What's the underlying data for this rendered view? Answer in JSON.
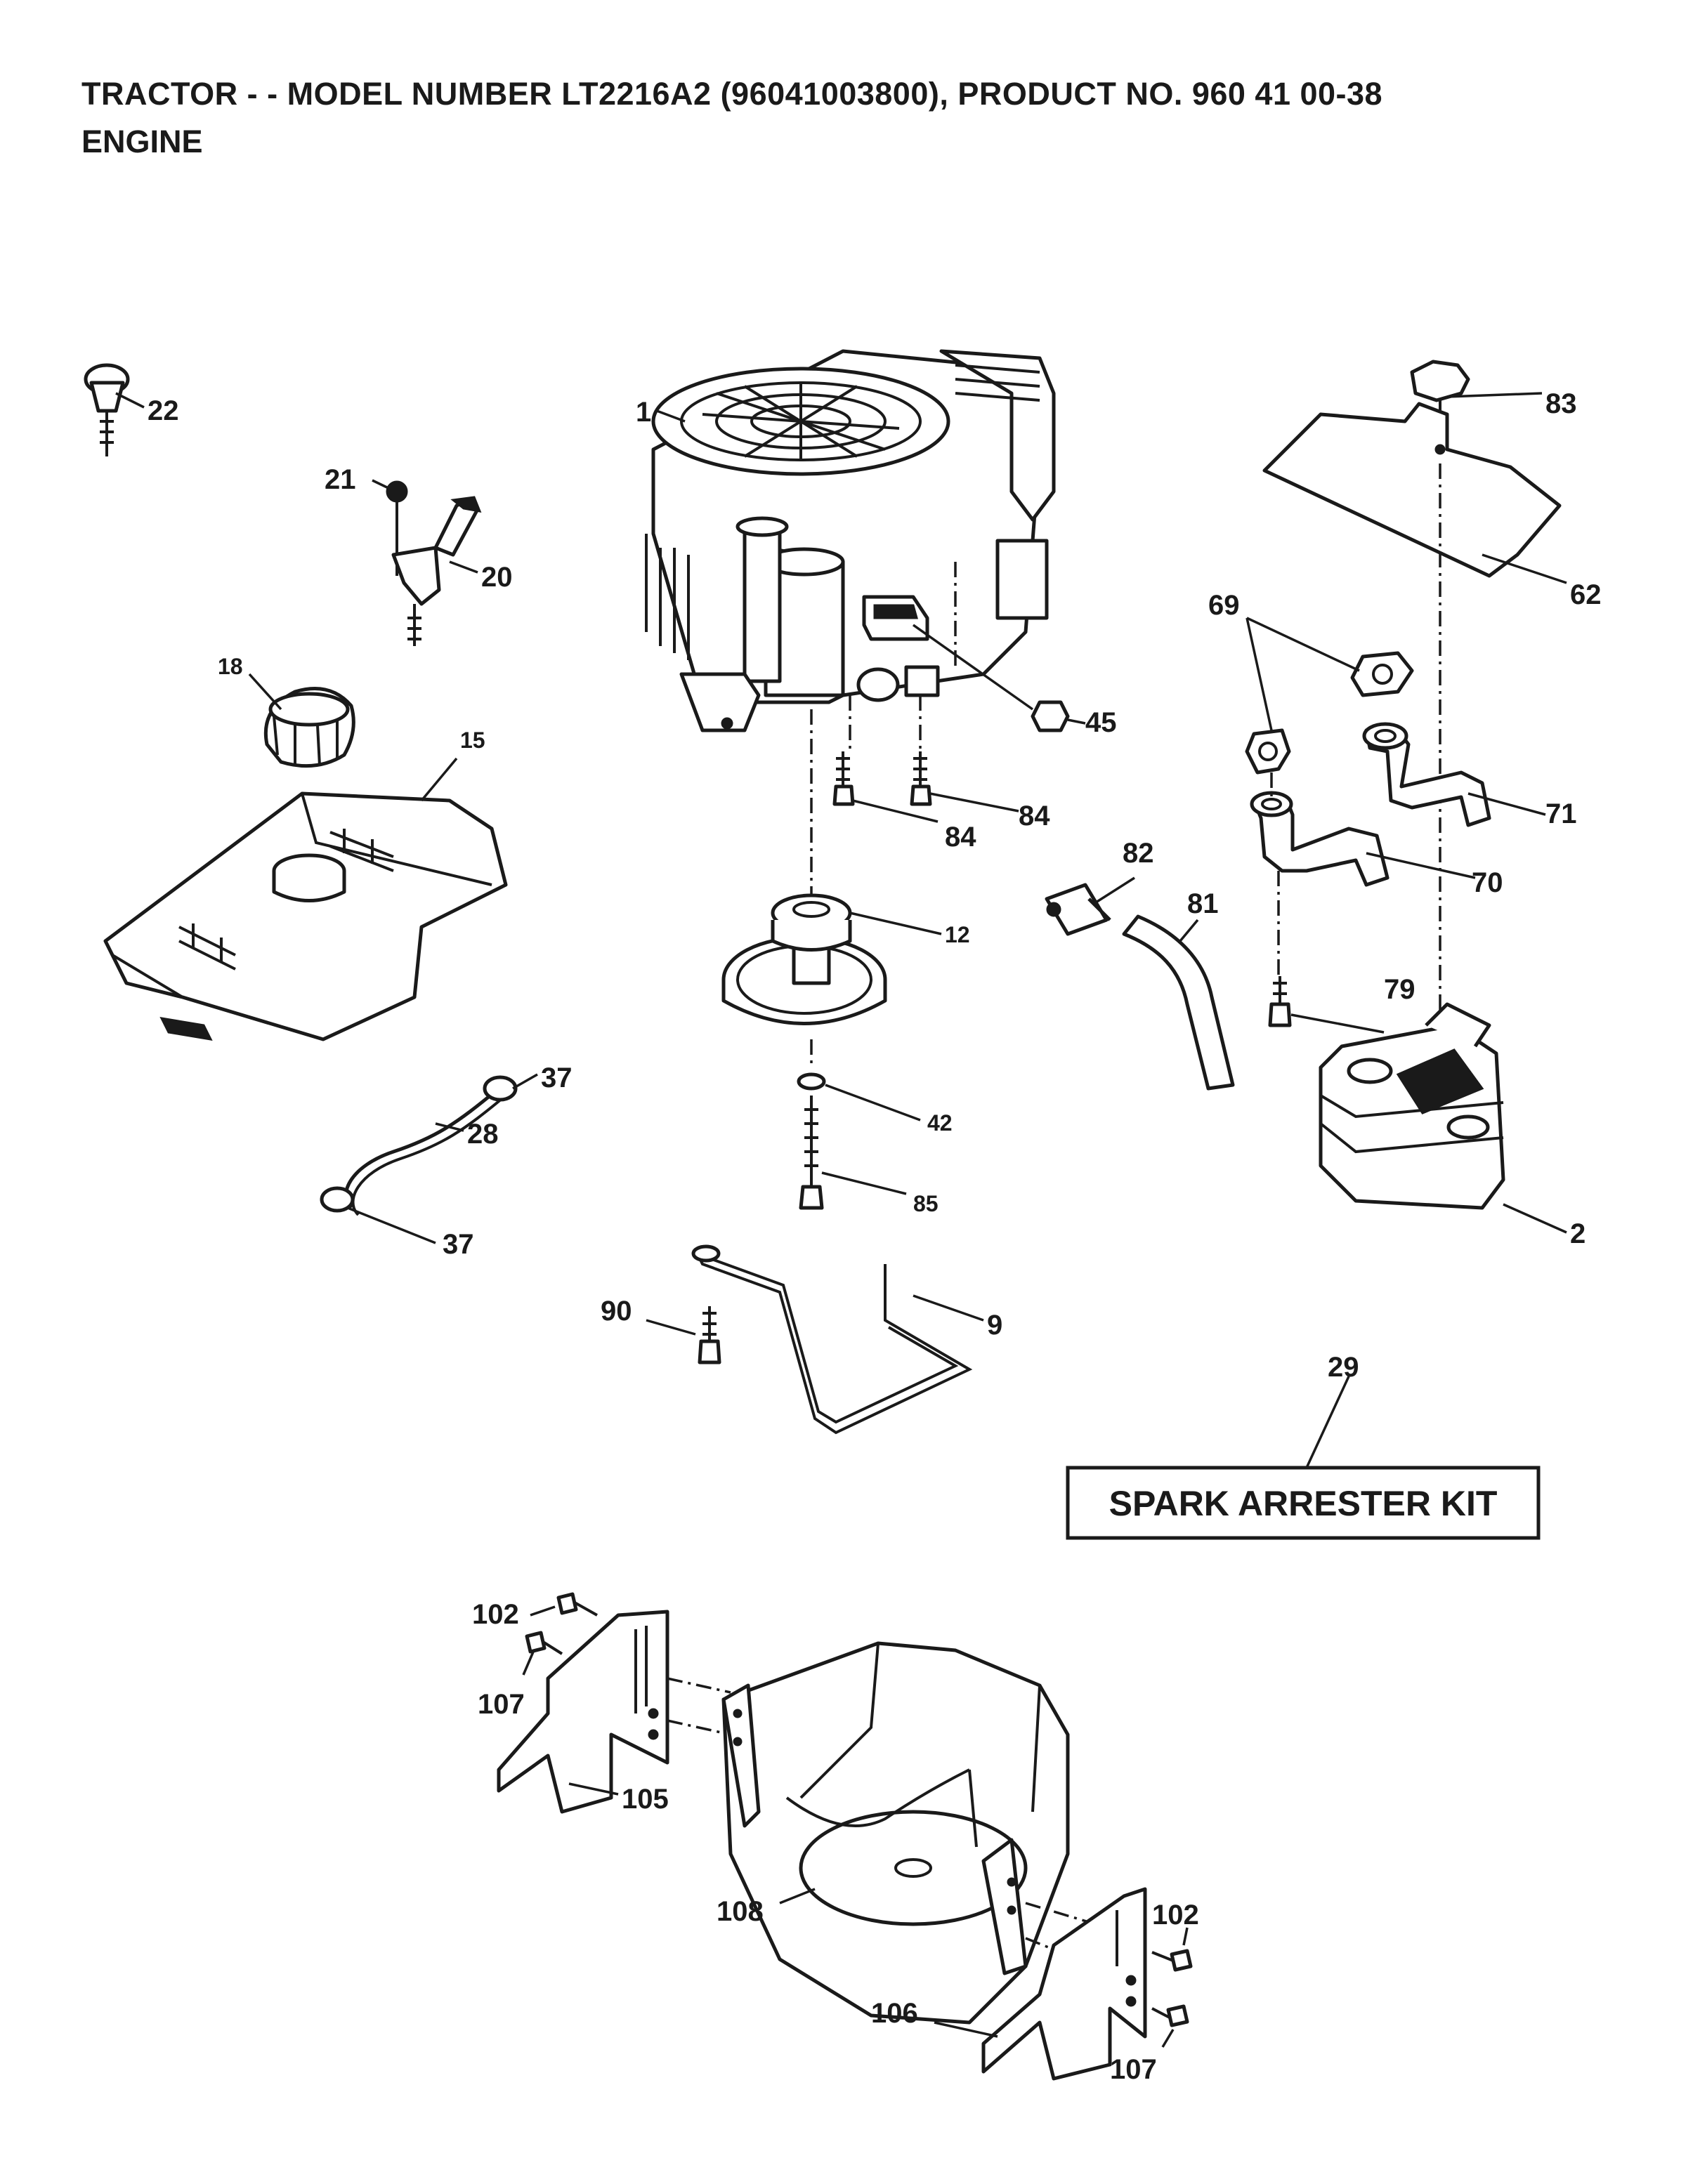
{
  "header": {
    "title": "TRACTOR - - MODEL NUMBER LT2216A2 (96041003800), PRODUCT NO. 960 41 00-38",
    "section": "ENGINE"
  },
  "callouts": {
    "c1": "1",
    "c2": "2",
    "c9": "9",
    "c12": "12",
    "c15": "15",
    "c18": "18",
    "c20": "20",
    "c21": "21",
    "c22": "22",
    "c28": "28",
    "c29": "29",
    "c37a": "37",
    "c37b": "37",
    "c42": "42",
    "c45": "45",
    "c62": "62",
    "c69": "69",
    "c70": "70",
    "c71": "71",
    "c79": "79",
    "c81": "81",
    "c82": "82",
    "c83": "83",
    "c84a": "84",
    "c84b": "84",
    "c85": "85",
    "c90": "90",
    "c102a": "102",
    "c102b": "102",
    "c105": "105",
    "c106": "106",
    "c107a": "107",
    "c107b": "107",
    "c108": "108"
  },
  "kit_label": "SPARK ARRESTER KIT",
  "icons": [
    "engine-icon",
    "muffler-icon",
    "pulley-icon",
    "fuel-tank-icon",
    "heat-shield-icon"
  ]
}
